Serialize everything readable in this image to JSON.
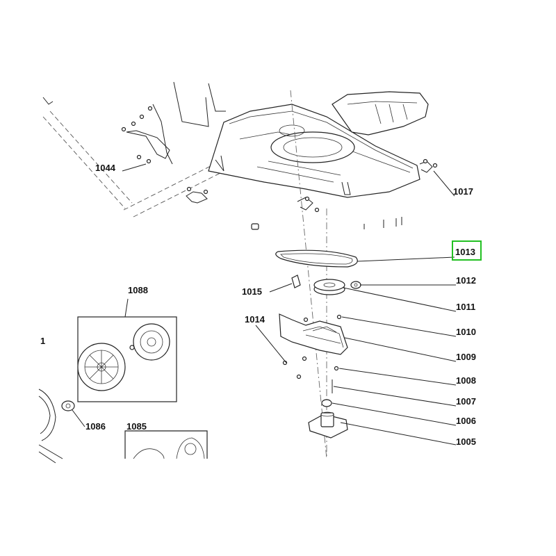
{
  "diagram": {
    "highlighted_part": "1013",
    "highlight_color": "#22c022",
    "callouts": {
      "p1044": "1044",
      "p1017": "1017",
      "p1013": "1013",
      "p1012": "1012",
      "p1015": "1015",
      "p1011": "1011",
      "p1014": "1014",
      "p1010": "1010",
      "p1009": "1009",
      "p1008": "1008",
      "p1007": "1007",
      "p1006": "1006",
      "p1005": "1005",
      "p1088": "1088",
      "p1086": "1086",
      "p1085": "1085",
      "p1": "1"
    }
  }
}
